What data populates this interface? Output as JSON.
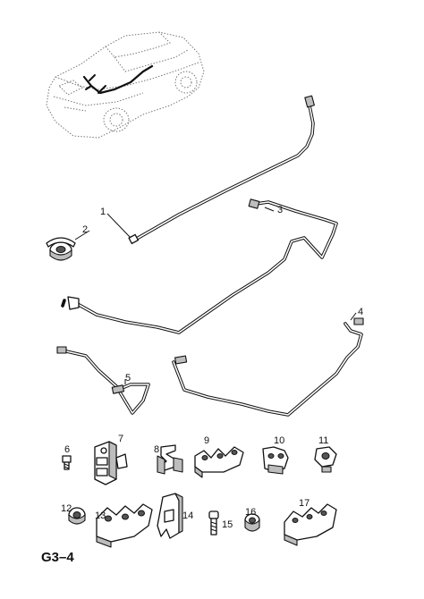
{
  "figure": {
    "page_code": "G3–4",
    "callouts": [
      "1",
      "2",
      "3",
      "4",
      "5",
      "6",
      "7",
      "8",
      "9",
      "10",
      "11",
      "12",
      "13",
      "14",
      "15",
      "16",
      "17"
    ]
  },
  "icons": {
    "vehicle": "car-outline-icon",
    "bushing": "grommet-icon",
    "bolt": "bolt-icon",
    "clip": "pipe-clip-icon"
  }
}
